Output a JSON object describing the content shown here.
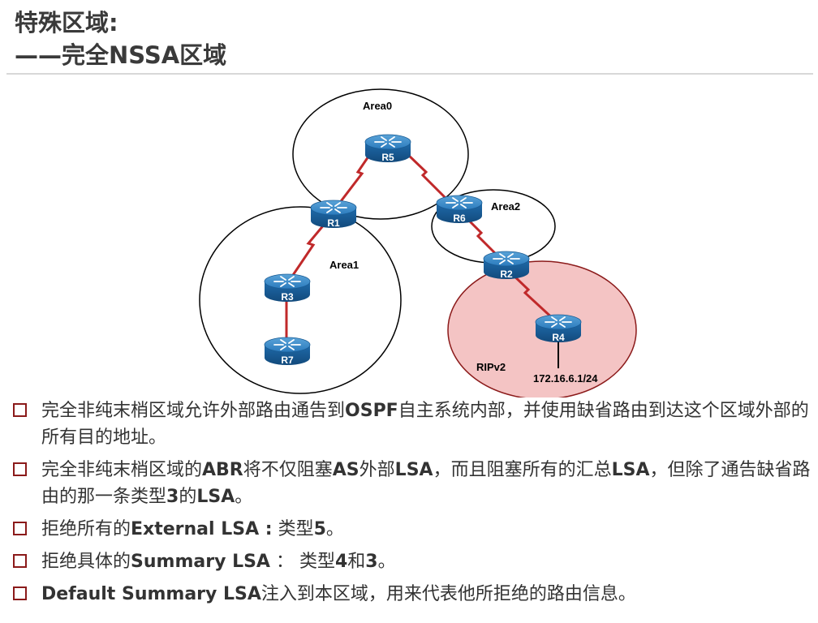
{
  "title": {
    "line1": "特殊区域:",
    "line2": "——完全NSSA区域"
  },
  "diagram": {
    "areas": {
      "area0": "Area0",
      "area1": "Area1",
      "area2": "Area2",
      "ripv2": "RIPv2"
    },
    "routers": {
      "r1": "R1",
      "r2": "R2",
      "r3": "R3",
      "r4": "R4",
      "r5": "R5",
      "r6": "R6",
      "r7": "R7"
    },
    "network": "172.16.6.1/24",
    "colors": {
      "wan_link": "#c0292a",
      "ripv2_fill": "#f4c4c4",
      "router": "#1e6aa8"
    }
  },
  "bullets": [
    {
      "parts": [
        {
          "t": "完全非纯末梢区域允许外部路由通告到"
        },
        {
          "t": "OSPF",
          "b": true
        },
        {
          "t": "自主系统内部，并使用缺省路由到达这个区域外部的所有目的地址。"
        }
      ]
    },
    {
      "parts": [
        {
          "t": "完全非纯末梢区域的"
        },
        {
          "t": "ABR",
          "b": true
        },
        {
          "t": "将不仅阻塞"
        },
        {
          "t": "AS",
          "b": true
        },
        {
          "t": "外部"
        },
        {
          "t": "LSA",
          "b": true
        },
        {
          "t": "，而且阻塞所有的汇总"
        },
        {
          "t": "LSA",
          "b": true
        },
        {
          "t": "，但除了通告缺省路由的那一条类型"
        },
        {
          "t": "3",
          "b": true
        },
        {
          "t": "的"
        },
        {
          "t": "LSA",
          "b": true
        },
        {
          "t": "。"
        }
      ]
    },
    {
      "parts": [
        {
          "t": "拒绝所有的"
        },
        {
          "t": "External LSA :",
          "b": true
        },
        {
          "t": " 类型"
        },
        {
          "t": "5",
          "b": true
        },
        {
          "t": "。"
        }
      ]
    },
    {
      "parts": [
        {
          "t": "拒绝具体的"
        },
        {
          "t": "Summary LSA",
          "b": true
        },
        {
          "t": " ： 类型"
        },
        {
          "t": "4",
          "b": true
        },
        {
          "t": "和"
        },
        {
          "t": "3",
          "b": true
        },
        {
          "t": "。"
        }
      ]
    },
    {
      "parts": [
        {
          "t": "Default Summary LSA",
          "b": true
        },
        {
          "t": "注入到本区域，用来代表他所拒绝的路由信息。"
        }
      ]
    }
  ]
}
